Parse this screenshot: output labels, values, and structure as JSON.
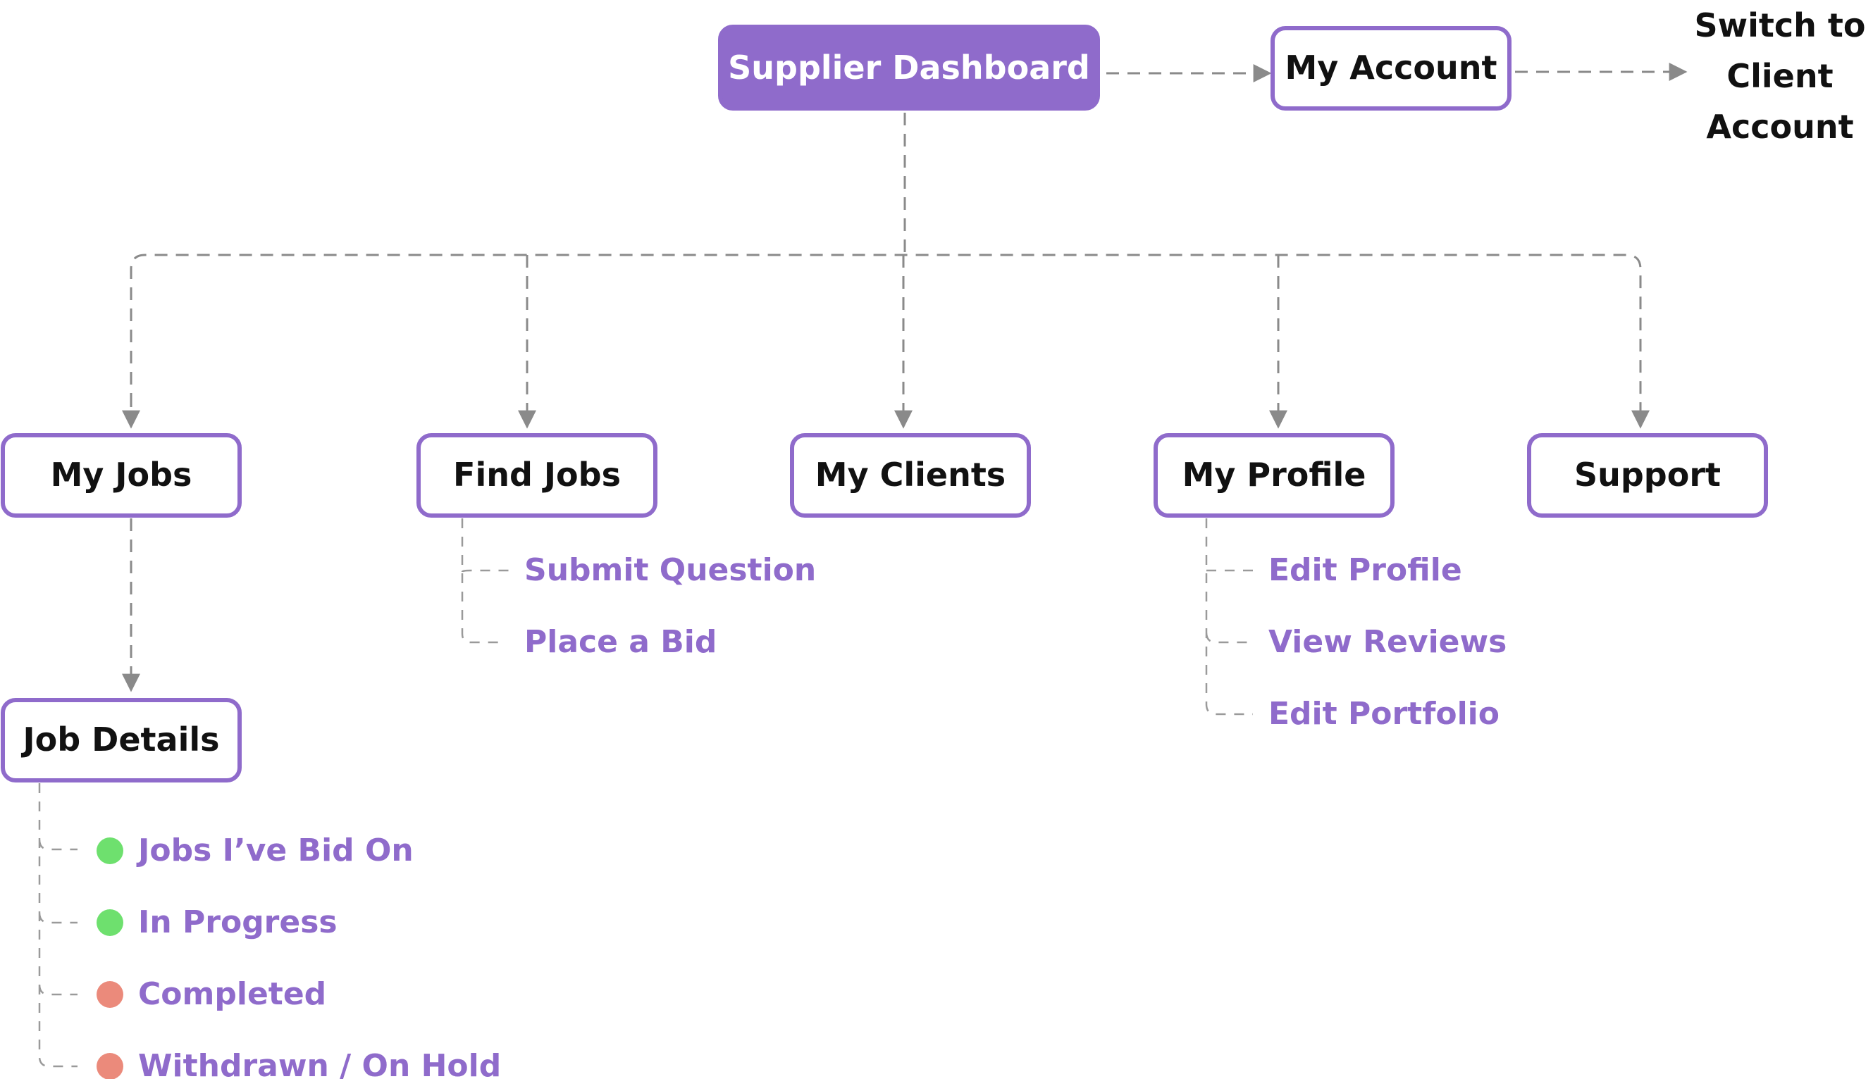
{
  "colors": {
    "accent": "#8f6bcb",
    "connector": "#8a8a8a",
    "status_green": "#6ee06e",
    "status_red": "#eb8a7b"
  },
  "root": {
    "label": "Supplier Dashboard"
  },
  "account": {
    "label": "My Account"
  },
  "switch_account": {
    "lines": [
      "Switch to",
      "Client",
      "Account"
    ]
  },
  "sections": {
    "my_jobs": {
      "label": "My Jobs"
    },
    "find_jobs": {
      "label": "Find Jobs",
      "items": [
        "Submit Question",
        "Place a Bid"
      ]
    },
    "my_clients": {
      "label": "My Clients"
    },
    "my_profile": {
      "label": "My Profile",
      "items": [
        "Edit Profile",
        "View Reviews",
        "Edit Portfolio"
      ]
    },
    "support": {
      "label": "Support"
    }
  },
  "job_details": {
    "label": "Job Details",
    "items": [
      {
        "label": "Jobs I’ve Bid On",
        "status": "green"
      },
      {
        "label": "In Progress",
        "status": "green"
      },
      {
        "label": "Completed",
        "status": "red"
      },
      {
        "label": "Withdrawn / On Hold",
        "status": "red"
      }
    ]
  }
}
